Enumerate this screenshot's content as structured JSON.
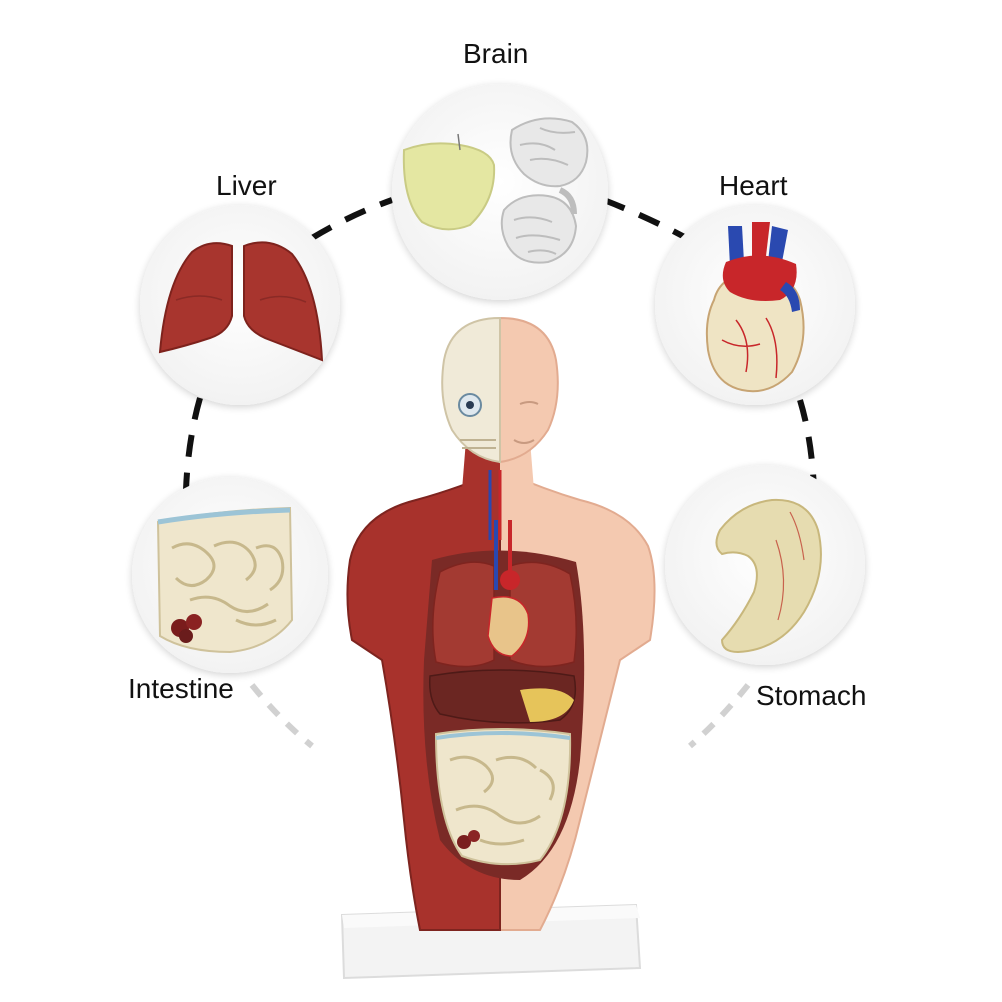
{
  "labels": {
    "brain": "Brain",
    "liver": "Liver",
    "heart": "Heart",
    "intestine": "Intestine",
    "stomach": "Stomach"
  },
  "colors": {
    "background": "#ffffff",
    "muscle": "#a8322c",
    "skin": "#f4c9b0",
    "bone": "#f0ead8",
    "lung": "#a33a32",
    "liver_organ": "#6b2622",
    "intestine": "#efe6cc",
    "heart_red": "#c8262a",
    "vein_blue": "#2a48b0",
    "brain_grey": "#e6e6e6",
    "skull_yellow": "#e4e7a2",
    "stomach_cream": "#e6dcb0",
    "dash": "#111111",
    "base": "#f2f2f2"
  }
}
